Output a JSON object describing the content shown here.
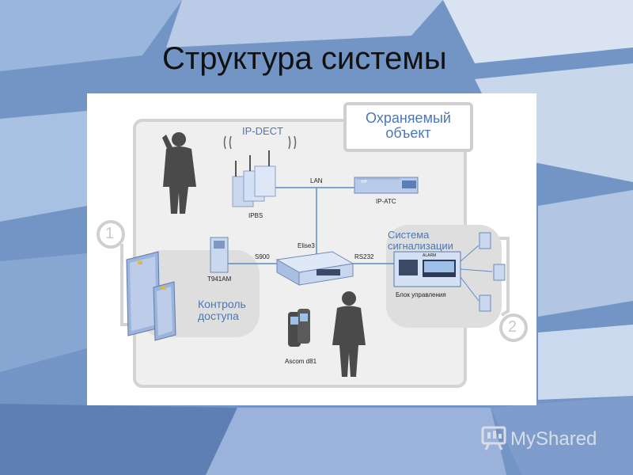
{
  "slide": {
    "title": "Структура системы"
  },
  "diagram": {
    "protected_object": "Охраняемый объект",
    "ip_dect": "IP-DECT",
    "ipbs": "IPBS",
    "lan": "LAN",
    "ip_atc": "IP-ATC",
    "elise3": "Elise3",
    "s900": "S900",
    "rs232": "RS232",
    "t941am": "T941AM",
    "alarm_system": "Система сигнализации",
    "control_unit": "Блок управления",
    "alarm_panel_label": "ALARM",
    "sip_label": "SIP",
    "access_control": "Контроль доступа",
    "handset": "Ascom d81",
    "zone_1": "1",
    "zone_2": "2"
  },
  "watermark": {
    "text": "MyShared"
  },
  "colors": {
    "accent": "#4a78b5",
    "zone_gray": "#e6e6e6",
    "background": "#6f8fc0"
  }
}
